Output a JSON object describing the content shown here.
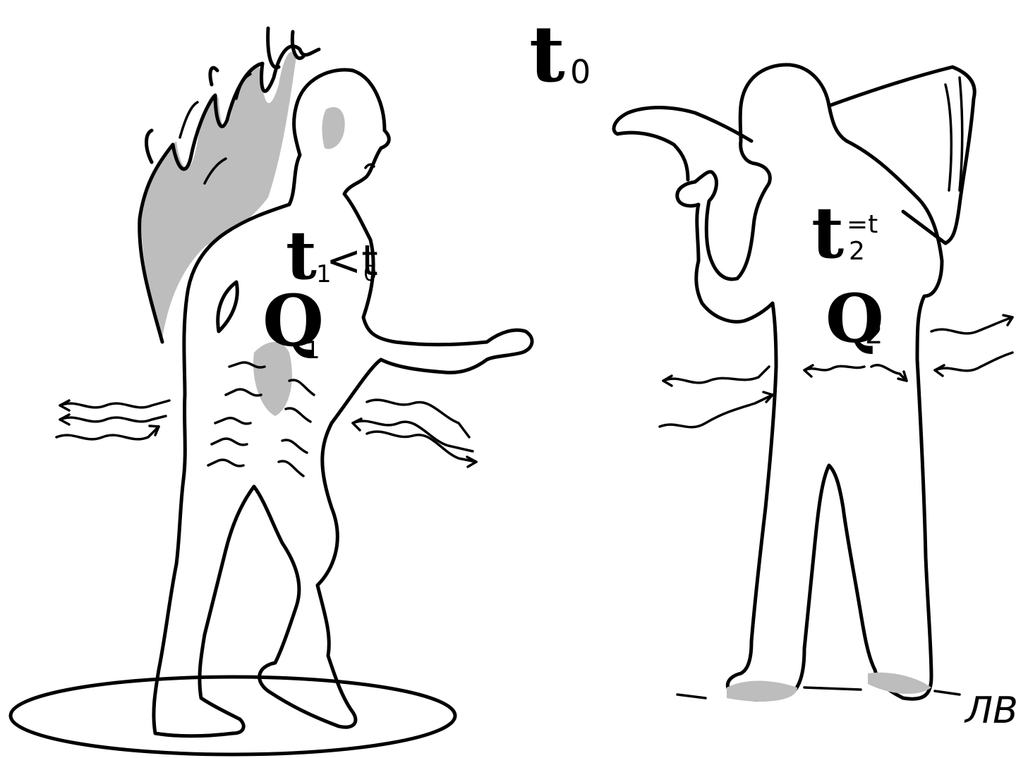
{
  "labels": {
    "ambient_t": "t",
    "ambient_sub": "0",
    "left_t": "t",
    "left_t_sub": "1",
    "left_relation": "<t",
    "left_relation_sub": "0",
    "left_q": "Q",
    "left_q_sub": "1",
    "right_t": "t",
    "right_t_sub": "2",
    "right_relation": "=t",
    "right_q": "Q",
    "right_q_sub": "2",
    "signature": "ЛВ."
  },
  "figures": {
    "left": "burning-man-icon",
    "right": "man-reading-newspaper-icon"
  },
  "colors": {
    "ink": "#000000",
    "paper": "#ffffff",
    "shading": "#bdbdbd"
  }
}
